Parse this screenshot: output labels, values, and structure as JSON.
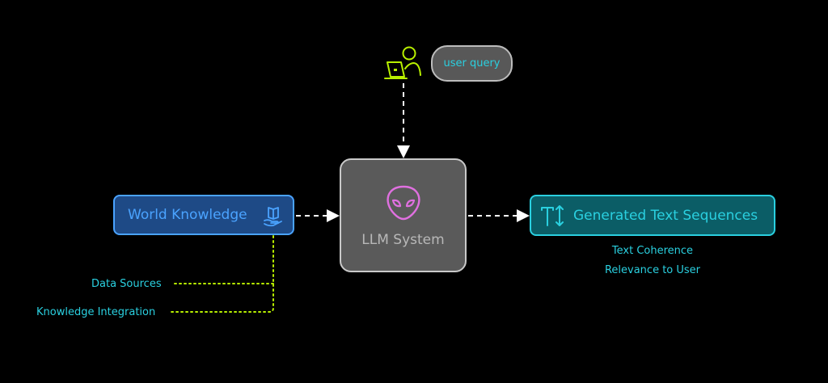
{
  "nodes": {
    "user_query": "user query",
    "world_knowledge": "World Knowledge",
    "llm_system": "LLM System",
    "generated_text": "Generated Text Sequences"
  },
  "knowledge_sources": [
    "Data Sources",
    "Knowledge Integration"
  ],
  "output_criteria": [
    "Text Coherence",
    "Relevance to User"
  ],
  "icons": {
    "user": "user-laptop-icon",
    "world": "open-book-hand-icon",
    "llm": "alien-head-icon",
    "gen": "text-height-icon"
  },
  "colors": {
    "background": "#000000",
    "world_fill": "#1e4a86",
    "world_stroke": "#4aa3ff",
    "llm_fill": "#5a5a5a",
    "llm_stroke": "#c9c9c9",
    "gen_fill": "#0b5d66",
    "gen_stroke": "#2ad0e0",
    "accent_green": "#b8f000",
    "alien_pink": "#e070e0"
  }
}
